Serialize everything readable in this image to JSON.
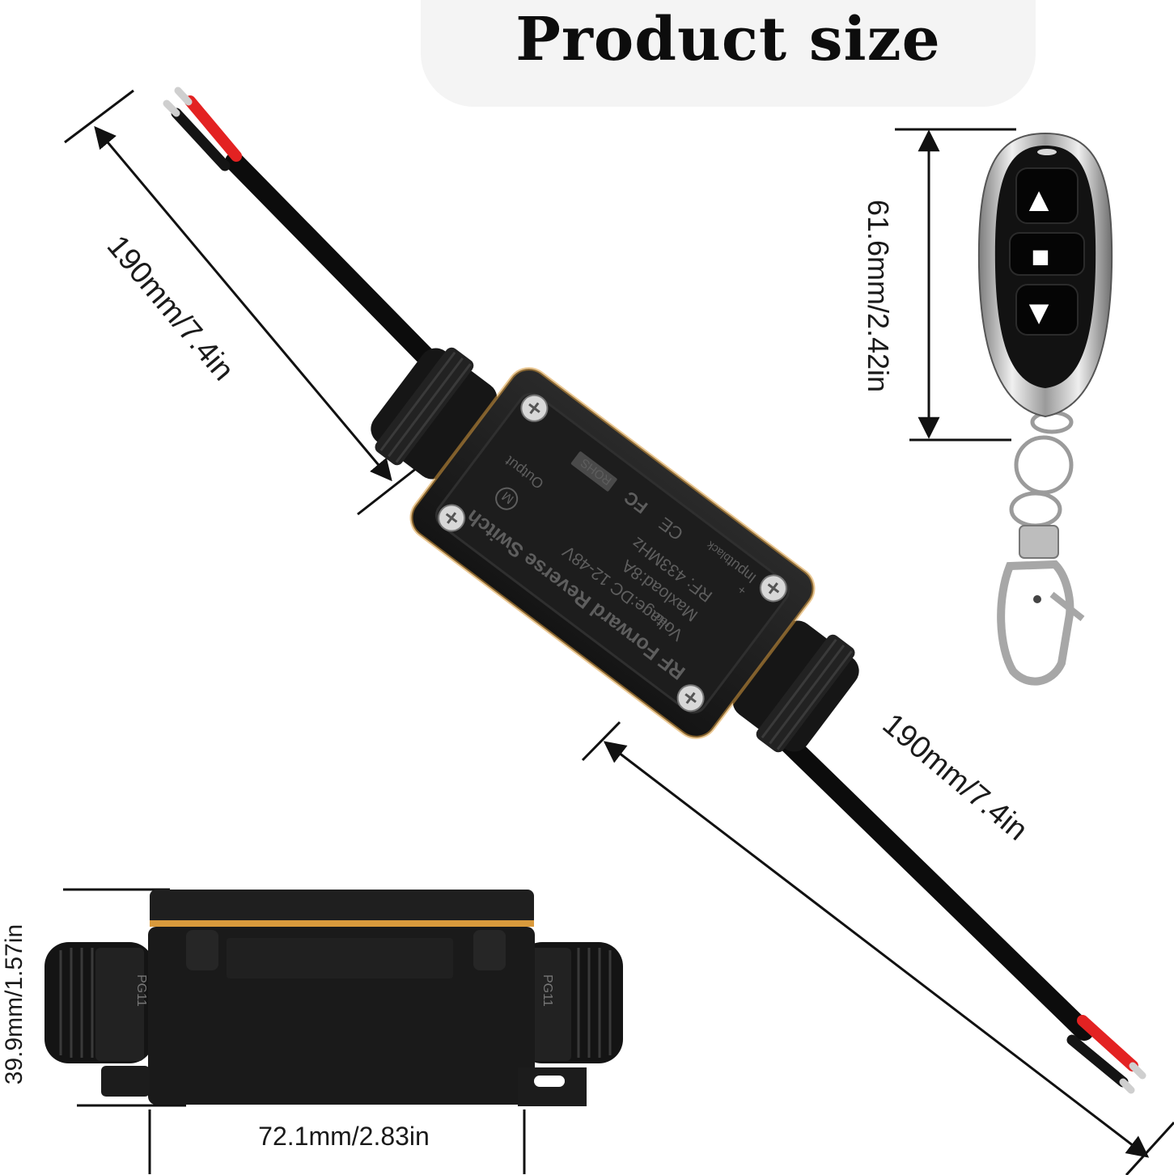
{
  "page": {
    "title": "Product size"
  },
  "dimensions": {
    "cable_top": "190mm/7.4in",
    "cable_bottom": "190mm/7.4in",
    "remote_height": "61.6mm/2.42in",
    "box_height": "39.9mm/1.57in",
    "box_width": "72.1mm/2.83in"
  },
  "device_labels": {
    "name": "RF Forward Reverse Switch",
    "voltage": "Voltage:DC 12-48V",
    "maxload": "Maxload:8A",
    "rf": "RF: 433MHz",
    "rohs": "ROHS",
    "fc": "FC",
    "ce": "CE",
    "input": "Input",
    "output": "Output",
    "red": "red",
    "black": "black",
    "plus": "+",
    "gland": "PG11",
    "motor": "M"
  },
  "remote": {
    "buttons": [
      "▲",
      "■",
      "▼"
    ]
  },
  "colors": {
    "wire_red": "#e32222",
    "housing": "#1b1b1b",
    "gasket": "#d99a3c"
  }
}
